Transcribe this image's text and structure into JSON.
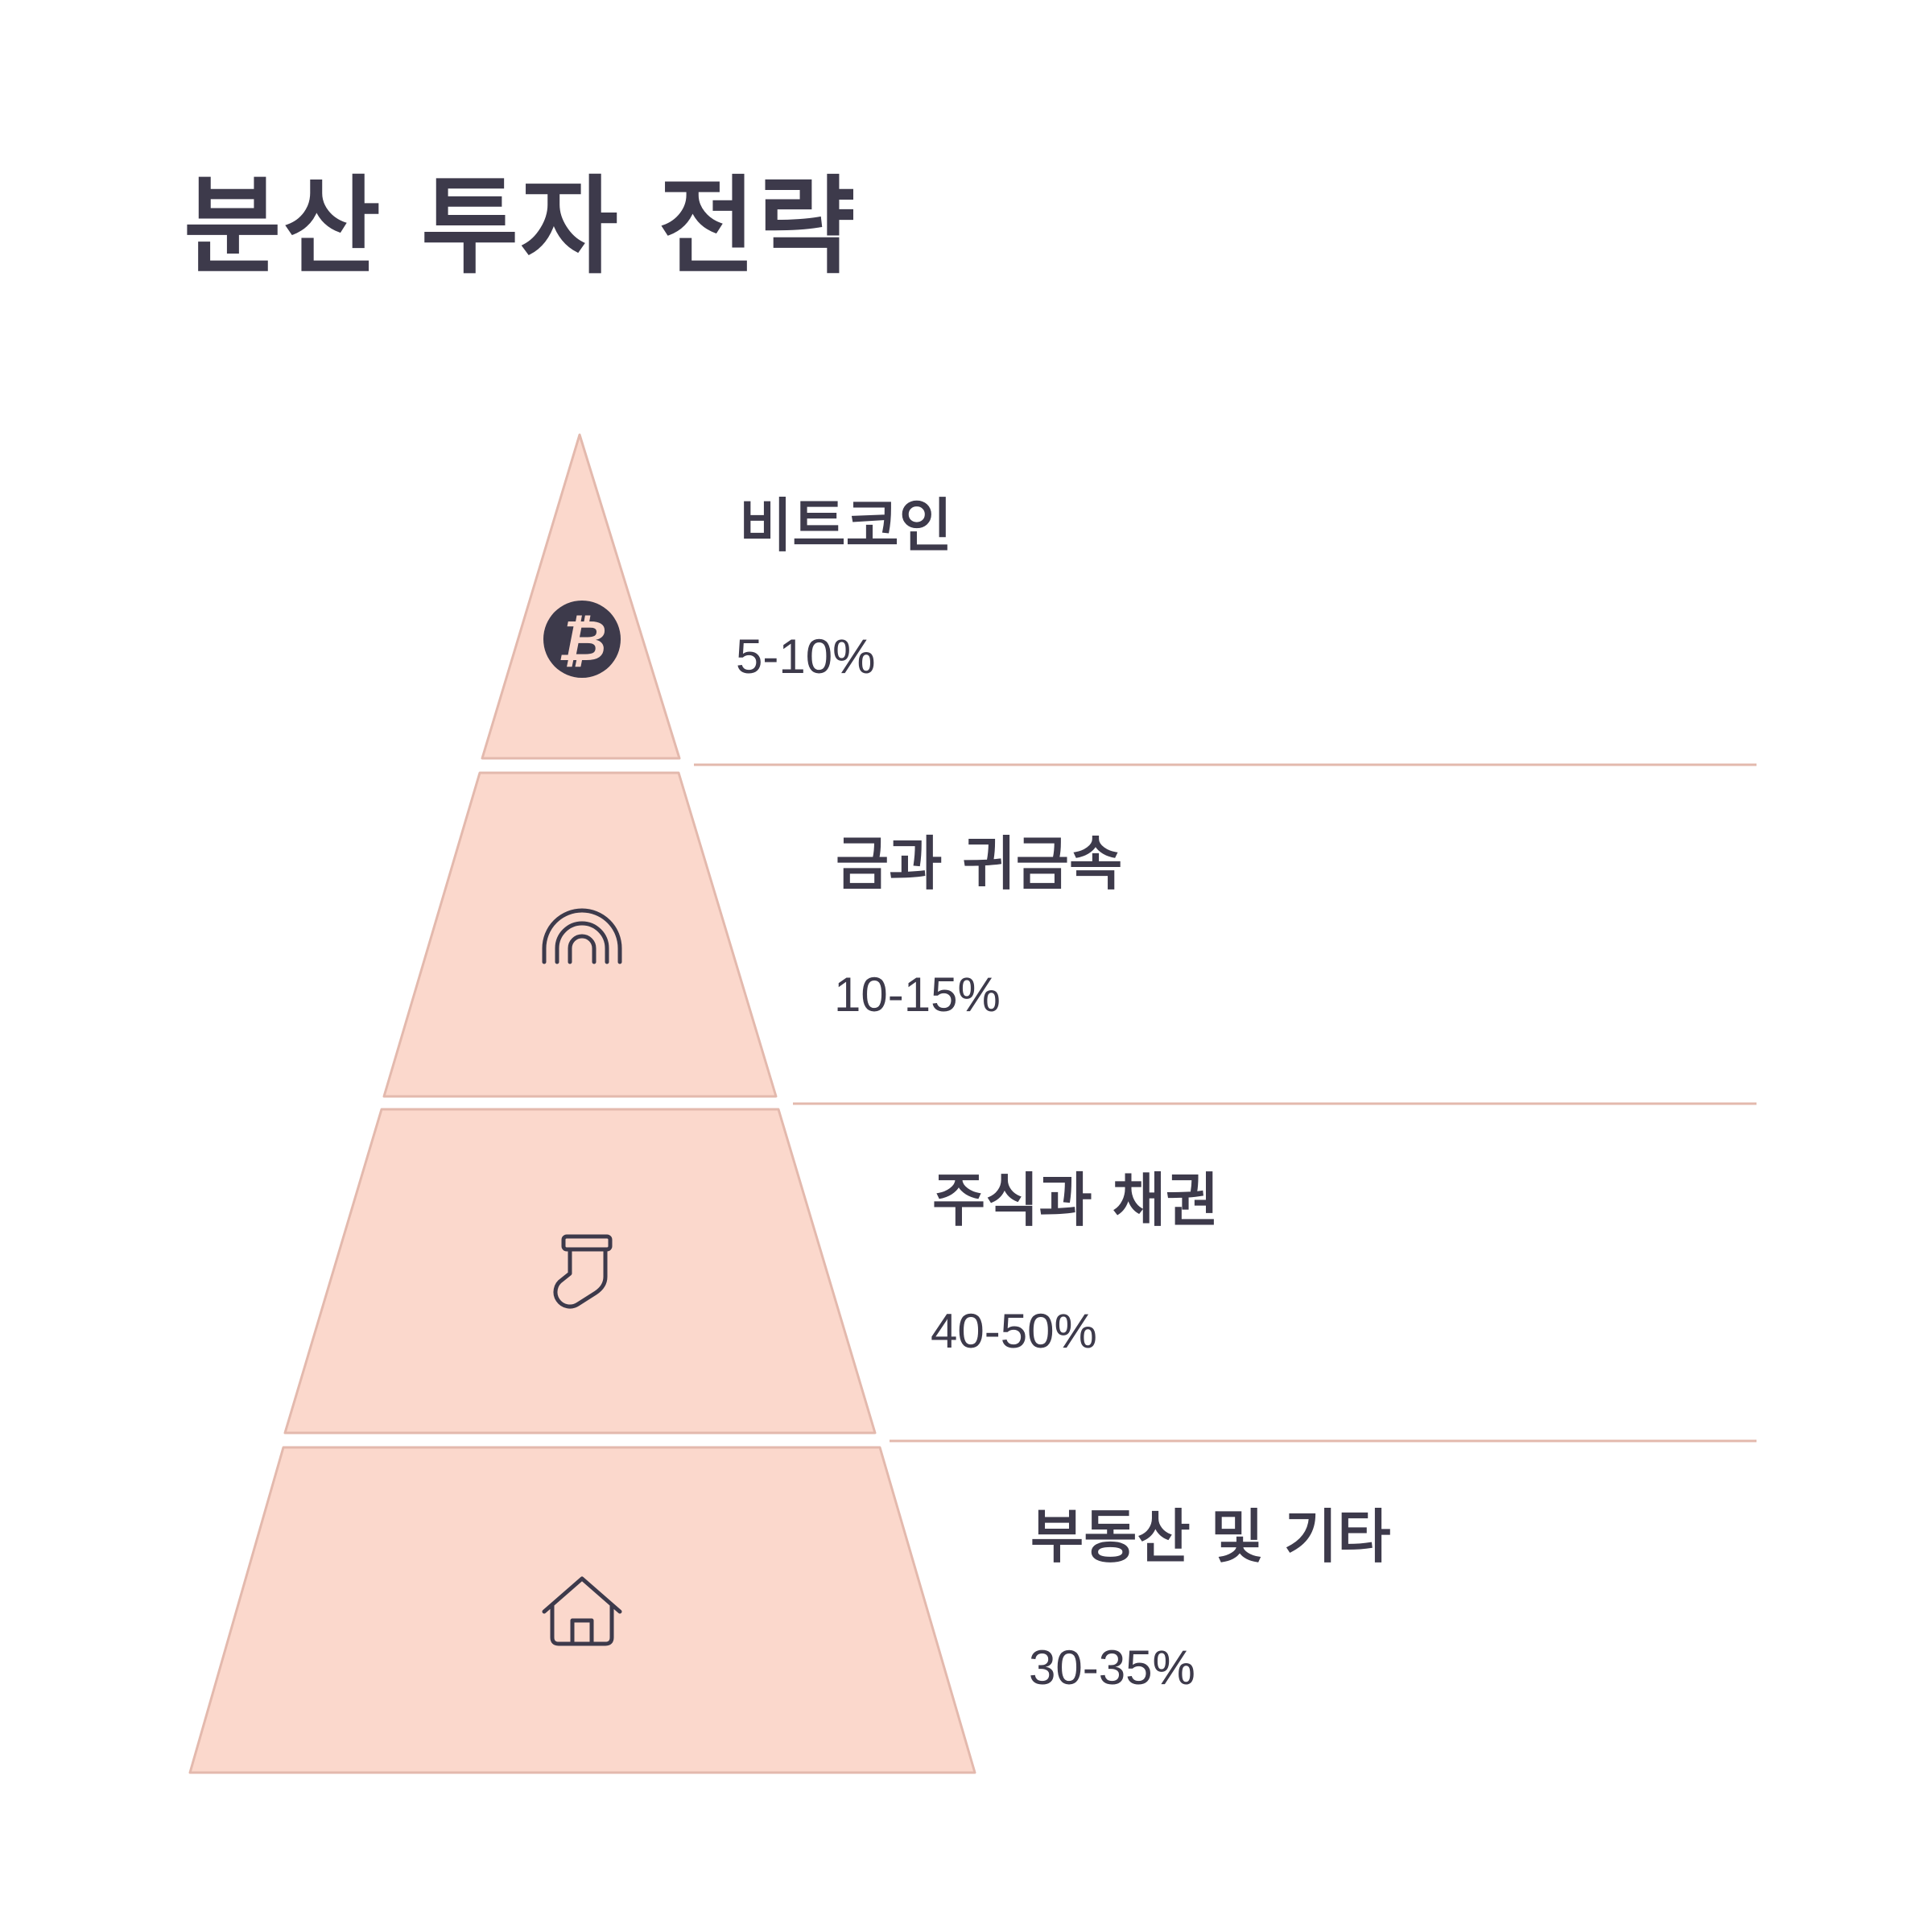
{
  "title": "분산 투자 전략",
  "colors": {
    "tier_fill": "#fbd8cc",
    "tier_stroke": "#e3b9ad",
    "divider": "#e3b9ad",
    "text": "#3d3a4b",
    "background": "#ffffff"
  },
  "tiers": [
    {
      "label": "비트코인",
      "percent": "5-10%",
      "icon": "bitcoin-icon"
    },
    {
      "label": "금과 귀금속",
      "percent": "10-15%",
      "icon": "rainbow-arch-icon"
    },
    {
      "label": "주식과 채권",
      "percent": "40-50%",
      "icon": "sock-icon"
    },
    {
      "label": "부동산 및 기타",
      "percent": "30-35%",
      "icon": "house-icon"
    }
  ]
}
